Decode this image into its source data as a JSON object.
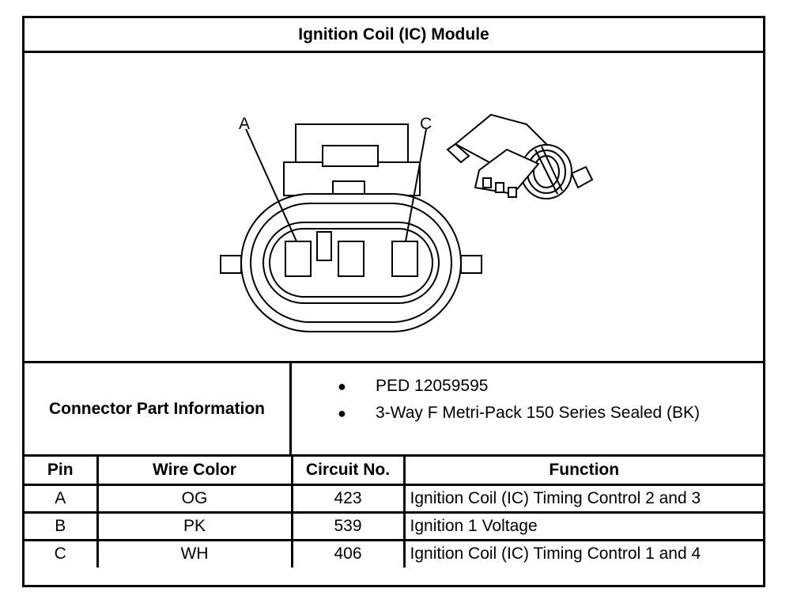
{
  "title": "Ignition Coil (IC) Module",
  "figure": {
    "pin_labels": [
      "A",
      "C"
    ]
  },
  "connector_info": {
    "label": "Connector Part Information",
    "items": [
      "PED 12059595",
      "3-Way F Metri-Pack 150 Series Sealed (BK)"
    ]
  },
  "table": {
    "headers": [
      "Pin",
      "Wire Color",
      "Circuit No.",
      "Function"
    ],
    "rows": [
      {
        "pin": "A",
        "wire_color": "OG",
        "circuit": "423",
        "function": "Ignition Coil (IC) Timing Control 2 and 3"
      },
      {
        "pin": "B",
        "wire_color": "PK",
        "circuit": "539",
        "function": "Ignition 1 Voltage"
      },
      {
        "pin": "C",
        "wire_color": "WH",
        "circuit": "406",
        "function": "Ignition Coil (IC) Timing Control 1 and 4"
      }
    ]
  }
}
